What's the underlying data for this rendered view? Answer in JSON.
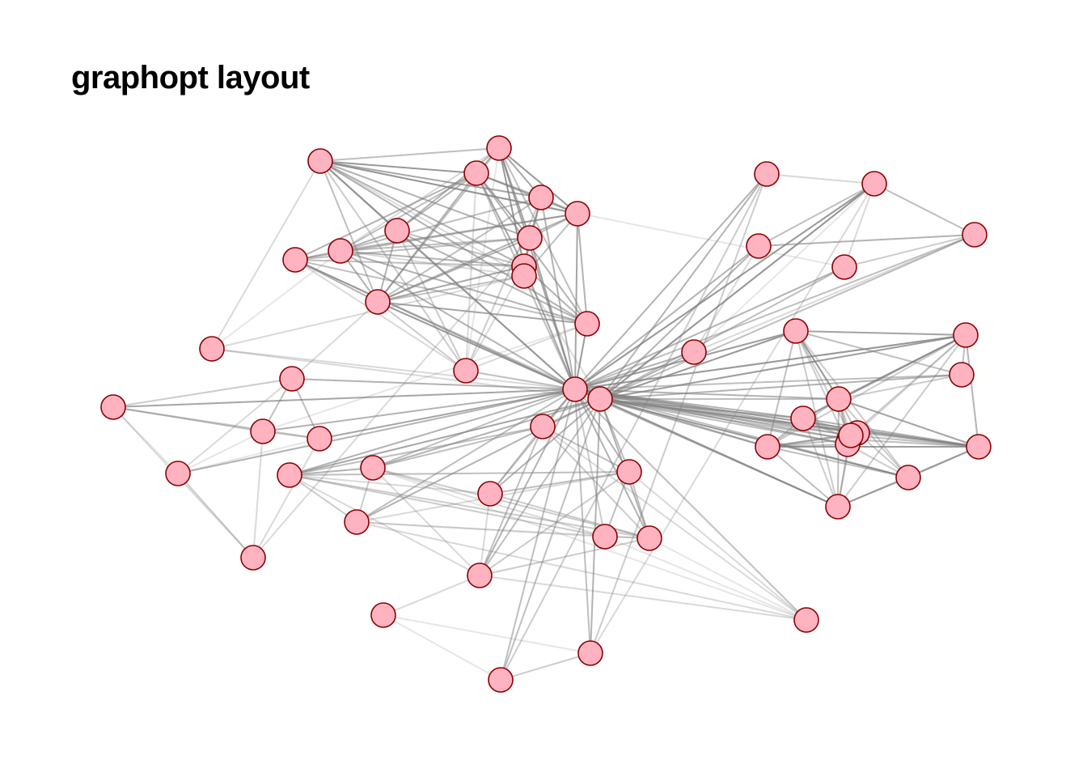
{
  "title": "graphopt layout",
  "style": {
    "node_fill": "#ffb3c1",
    "node_stroke": "#8b0000",
    "edge_color": "#808080"
  },
  "graph": {
    "nodes": [
      {
        "id": "n1"
      },
      {
        "id": "n2"
      },
      {
        "id": "n3"
      },
      {
        "id": "n4"
      },
      {
        "id": "n5"
      },
      {
        "id": "n6"
      },
      {
        "id": "n7"
      },
      {
        "id": "n8"
      },
      {
        "id": "n9"
      },
      {
        "id": "n10"
      },
      {
        "id": "n11"
      },
      {
        "id": "n12"
      },
      {
        "id": "n13"
      },
      {
        "id": "n14"
      },
      {
        "id": "n15"
      },
      {
        "id": "n16"
      },
      {
        "id": "n17"
      },
      {
        "id": "n18"
      },
      {
        "id": "n19"
      },
      {
        "id": "n20"
      },
      {
        "id": "n21"
      },
      {
        "id": "n22"
      },
      {
        "id": "n23"
      },
      {
        "id": "n24"
      },
      {
        "id": "n25"
      },
      {
        "id": "n26"
      },
      {
        "id": "n27"
      },
      {
        "id": "n28"
      },
      {
        "id": "n29"
      },
      {
        "id": "n30"
      },
      {
        "id": "n31"
      },
      {
        "id": "n32"
      },
      {
        "id": "n33"
      },
      {
        "id": "n34"
      },
      {
        "id": "n35"
      },
      {
        "id": "n36"
      },
      {
        "id": "n37"
      },
      {
        "id": "n38"
      },
      {
        "id": "n39"
      },
      {
        "id": "n40"
      },
      {
        "id": "n41"
      },
      {
        "id": "n42"
      },
      {
        "id": "n43"
      },
      {
        "id": "n44"
      },
      {
        "id": "n45"
      },
      {
        "id": "n46"
      },
      {
        "id": "n47"
      },
      {
        "id": "n48"
      },
      {
        "id": "n49"
      },
      {
        "id": "n50"
      },
      {
        "id": "n51"
      },
      {
        "id": "n52"
      },
      {
        "id": "n53"
      },
      {
        "id": "n54"
      },
      {
        "id": "n55"
      },
      {
        "id": "n56"
      },
      {
        "id": "n57"
      },
      {
        "id": "n58"
      },
      {
        "id": "n59"
      },
      {
        "id": "n60"
      },
      {
        "id": "n61"
      }
    ],
    "edges": [
      [
        "n1",
        "n2",
        0.5
      ],
      [
        "n1",
        "n3",
        0.8
      ],
      [
        "n1",
        "n4",
        0.7
      ],
      [
        "n1",
        "n5",
        0.8
      ],
      [
        "n1",
        "n6",
        0.6
      ],
      [
        "n1",
        "n7",
        0.7
      ],
      [
        "n1",
        "n10",
        0.6
      ],
      [
        "n1",
        "n11",
        0.3
      ],
      [
        "n1",
        "n12",
        0.5
      ],
      [
        "n1",
        "n13",
        0.6
      ],
      [
        "n1",
        "n16",
        0.6
      ],
      [
        "n1",
        "n14",
        0.4
      ],
      [
        "n1",
        "n15",
        0.3
      ],
      [
        "n1",
        "n41",
        0.2
      ],
      [
        "n2",
        "n3",
        0.6
      ],
      [
        "n2",
        "n4",
        0.7
      ],
      [
        "n2",
        "n5",
        0.8
      ],
      [
        "n2",
        "n6",
        0.7
      ],
      [
        "n2",
        "n7",
        0.6
      ],
      [
        "n2",
        "n10",
        0.8
      ],
      [
        "n2",
        "n16",
        0.7
      ],
      [
        "n2",
        "n8",
        0.3
      ],
      [
        "n2",
        "n12",
        0.5
      ],
      [
        "n2",
        "n13",
        0.5
      ],
      [
        "n2",
        "n14",
        0.2
      ],
      [
        "n3",
        "n4",
        0.6
      ],
      [
        "n3",
        "n5",
        0.7
      ],
      [
        "n3",
        "n6",
        0.7
      ],
      [
        "n3",
        "n7",
        0.6
      ],
      [
        "n3",
        "n8",
        0.5
      ],
      [
        "n3",
        "n9",
        0.6
      ],
      [
        "n3",
        "n10",
        0.7
      ],
      [
        "n3",
        "n12",
        0.6
      ],
      [
        "n3",
        "n13",
        0.6
      ],
      [
        "n3",
        "n16",
        0.5
      ],
      [
        "n3",
        "n14",
        0.3
      ],
      [
        "n4",
        "n5",
        0.6
      ],
      [
        "n4",
        "n6",
        0.6
      ],
      [
        "n4",
        "n8",
        0.5
      ],
      [
        "n4",
        "n10",
        0.7
      ],
      [
        "n4",
        "n12",
        0.5
      ],
      [
        "n4",
        "n16",
        0.6
      ],
      [
        "n4",
        "n14",
        0.4
      ],
      [
        "n5",
        "n6",
        0.5
      ],
      [
        "n5",
        "n8",
        0.6
      ],
      [
        "n5",
        "n9",
        0.5
      ],
      [
        "n5",
        "n11",
        0.5
      ],
      [
        "n5",
        "n12",
        0.6
      ],
      [
        "n5",
        "n13",
        0.6
      ],
      [
        "n5",
        "n16",
        0.7
      ],
      [
        "n6",
        "n8",
        0.5
      ],
      [
        "n6",
        "n9",
        0.5
      ],
      [
        "n6",
        "n10",
        0.6
      ],
      [
        "n6",
        "n12",
        0.6
      ],
      [
        "n6",
        "n16",
        0.7
      ],
      [
        "n6",
        "n23",
        0.3
      ],
      [
        "n7",
        "n8",
        0.6
      ],
      [
        "n7",
        "n10",
        0.5
      ],
      [
        "n7",
        "n12",
        0.6
      ],
      [
        "n7",
        "n13",
        0.6
      ],
      [
        "n7",
        "n16",
        0.6
      ],
      [
        "n7",
        "n14",
        0.4
      ],
      [
        "n8",
        "n9",
        0.6
      ],
      [
        "n8",
        "n10",
        0.6
      ],
      [
        "n8",
        "n11",
        0.3
      ],
      [
        "n8",
        "n12",
        0.6
      ],
      [
        "n8",
        "n13",
        0.6
      ],
      [
        "n8",
        "n16",
        0.6
      ],
      [
        "n8",
        "n15",
        0.2
      ],
      [
        "n9",
        "n10",
        0.5
      ],
      [
        "n9",
        "n12",
        0.6
      ],
      [
        "n9",
        "n13",
        0.5
      ],
      [
        "n9",
        "n16",
        0.7
      ],
      [
        "n9",
        "n17",
        0.4
      ],
      [
        "n9",
        "n14",
        0.3
      ],
      [
        "n10",
        "n12",
        0.7
      ],
      [
        "n10",
        "n13",
        0.6
      ],
      [
        "n10",
        "n16",
        0.7
      ],
      [
        "n10",
        "n11",
        0.5
      ],
      [
        "n10",
        "n14",
        0.3
      ],
      [
        "n11",
        "n17",
        0.3
      ],
      [
        "n11",
        "n12",
        0.5
      ],
      [
        "n11",
        "n15",
        0.3
      ],
      [
        "n12",
        "n13",
        0.7
      ],
      [
        "n12",
        "n16",
        0.8
      ],
      [
        "n12",
        "n14",
        0.4
      ],
      [
        "n12",
        "n19",
        0.3
      ],
      [
        "n13",
        "n16",
        0.8
      ],
      [
        "n13",
        "n14",
        0.3
      ],
      [
        "n13",
        "n20",
        0.2
      ],
      [
        "n14",
        "n16",
        0.5
      ],
      [
        "n15",
        "n17",
        0.3
      ],
      [
        "n15",
        "n16",
        0.3
      ],
      [
        "n16",
        "n17",
        0.8
      ],
      [
        "n16",
        "n18",
        0.7
      ],
      [
        "n16",
        "n19",
        0.6
      ],
      [
        "n16",
        "n20",
        0.6
      ],
      [
        "n16",
        "n21",
        0.7
      ],
      [
        "n16",
        "n22",
        0.6
      ],
      [
        "n16",
        "n24",
        0.6
      ],
      [
        "n16",
        "n25",
        0.5
      ],
      [
        "n16",
        "n26",
        0.5
      ],
      [
        "n16",
        "n27",
        0.6
      ],
      [
        "n16",
        "n28",
        0.5
      ],
      [
        "n16",
        "n29",
        0.6
      ],
      [
        "n16",
        "n30",
        0.4
      ],
      [
        "n16",
        "n31",
        0.6
      ],
      [
        "n16",
        "n32",
        0.5
      ],
      [
        "n16",
        "n33",
        0.6
      ],
      [
        "n16",
        "n35",
        0.5
      ],
      [
        "n16",
        "n36",
        0.5
      ],
      [
        "n16",
        "n37",
        0.6
      ],
      [
        "n16",
        "n38",
        0.6
      ],
      [
        "n16",
        "n39",
        0.5
      ],
      [
        "n16",
        "n40",
        0.6
      ],
      [
        "n16",
        "n41",
        0.6
      ],
      [
        "n16",
        "n42",
        0.5
      ],
      [
        "n16",
        "n43",
        0.6
      ],
      [
        "n16",
        "n44",
        0.5
      ],
      [
        "n16",
        "n45",
        0.6
      ],
      [
        "n16",
        "n46",
        0.5
      ],
      [
        "n16",
        "n47",
        0.6
      ],
      [
        "n16",
        "n48",
        0.6
      ],
      [
        "n16",
        "n49",
        0.6
      ],
      [
        "n16",
        "n50",
        0.5
      ],
      [
        "n16",
        "n51",
        0.6
      ],
      [
        "n16",
        "n52",
        0.5
      ],
      [
        "n16",
        "n53",
        0.5
      ],
      [
        "n16",
        "n54",
        0.5
      ],
      [
        "n16",
        "n55",
        0.6
      ],
      [
        "n16",
        "n56",
        0.5
      ],
      [
        "n16",
        "n57",
        0.5
      ],
      [
        "n16",
        "n58",
        0.5
      ],
      [
        "n16",
        "n59",
        0.5
      ],
      [
        "n17",
        "n24",
        0.7
      ],
      [
        "n17",
        "n25",
        0.6
      ],
      [
        "n17",
        "n26",
        0.6
      ],
      [
        "n17",
        "n27",
        0.5
      ],
      [
        "n17",
        "n28",
        0.6
      ],
      [
        "n17",
        "n29",
        0.5
      ],
      [
        "n17",
        "n31",
        0.6
      ],
      [
        "n17",
        "n33",
        0.5
      ],
      [
        "n17",
        "n35",
        0.6
      ],
      [
        "n17",
        "n36",
        0.5
      ],
      [
        "n17",
        "n37",
        0.6
      ],
      [
        "n17",
        "n38",
        0.6
      ],
      [
        "n17",
        "n39",
        0.5
      ],
      [
        "n17",
        "n40",
        0.6
      ],
      [
        "n17",
        "n41",
        0.5
      ],
      [
        "n17",
        "n42",
        0.6
      ],
      [
        "n17",
        "n43",
        0.6
      ],
      [
        "n17",
        "n44",
        0.6
      ],
      [
        "n17",
        "n45",
        0.5
      ],
      [
        "n17",
        "n46",
        0.6
      ],
      [
        "n17",
        "n47",
        0.5
      ],
      [
        "n17",
        "n48",
        0.6
      ],
      [
        "n17",
        "n49",
        0.5
      ],
      [
        "n17",
        "n50",
        0.5
      ],
      [
        "n17",
        "n51",
        0.5
      ],
      [
        "n17",
        "n52",
        0.6
      ],
      [
        "n17",
        "n53",
        0.6
      ],
      [
        "n17",
        "n54",
        0.6
      ],
      [
        "n17",
        "n55",
        0.6
      ],
      [
        "n17",
        "n56",
        0.5
      ],
      [
        "n17",
        "n57",
        0.5
      ],
      [
        "n17",
        "n58",
        0.5
      ],
      [
        "n17",
        "n59",
        0.4
      ],
      [
        "n17",
        "n60",
        0.5
      ],
      [
        "n17",
        "n61",
        0.5
      ],
      [
        "n18",
        "n19",
        0.4
      ],
      [
        "n18",
        "n20",
        0.5
      ],
      [
        "n18",
        "n21",
        0.4
      ],
      [
        "n18",
        "n22",
        0.2
      ],
      [
        "n18",
        "n23",
        0.3
      ],
      [
        "n19",
        "n20",
        0.5
      ],
      [
        "n19",
        "n21",
        0.5
      ],
      [
        "n19",
        "n22",
        0.3
      ],
      [
        "n20",
        "n21",
        0.4
      ],
      [
        "n20",
        "n23",
        0.3
      ],
      [
        "n21",
        "n22",
        0.2
      ],
      [
        "n21",
        "n23",
        0.3
      ],
      [
        "n22",
        "n23",
        0.4
      ],
      [
        "n20",
        "n22",
        0.2
      ],
      [
        "n24",
        "n25",
        0.6
      ],
      [
        "n24",
        "n26",
        0.4
      ],
      [
        "n24",
        "n27",
        0.5
      ],
      [
        "n24",
        "n28",
        0.3
      ],
      [
        "n24",
        "n29",
        0.5
      ],
      [
        "n24",
        "n30",
        0.4
      ],
      [
        "n24",
        "n31",
        0.4
      ],
      [
        "n24",
        "n33",
        0.3
      ],
      [
        "n25",
        "n26",
        0.4
      ],
      [
        "n25",
        "n27",
        0.5
      ],
      [
        "n25",
        "n30",
        0.3
      ],
      [
        "n25",
        "n31",
        0.4
      ],
      [
        "n25",
        "n32",
        0.2
      ],
      [
        "n25",
        "n33",
        0.3
      ],
      [
        "n26",
        "n29",
        0.3
      ],
      [
        "n26",
        "n30",
        0.3
      ],
      [
        "n26",
        "n32",
        0.3
      ],
      [
        "n26",
        "n31",
        0.2
      ],
      [
        "n27",
        "n28",
        0.4
      ],
      [
        "n27",
        "n29",
        0.5
      ],
      [
        "n27",
        "n31",
        0.4
      ],
      [
        "n27",
        "n32",
        0.3
      ],
      [
        "n27",
        "n33",
        0.5
      ],
      [
        "n28",
        "n29",
        0.5
      ],
      [
        "n28",
        "n31",
        0.4
      ],
      [
        "n28",
        "n33",
        0.3
      ],
      [
        "n29",
        "n30",
        0.5
      ],
      [
        "n29",
        "n31",
        0.5
      ],
      [
        "n29",
        "n32",
        0.3
      ],
      [
        "n29",
        "n33",
        0.4
      ],
      [
        "n30",
        "n31",
        0.4
      ],
      [
        "n30",
        "n32",
        0.2
      ],
      [
        "n31",
        "n32",
        0.2
      ],
      [
        "n31",
        "n33",
        0.4
      ],
      [
        "n32",
        "n33",
        0.3
      ],
      [
        "n33",
        "n34",
        0.3
      ],
      [
        "n34",
        "n35",
        0.2
      ],
      [
        "n34",
        "n36",
        0.2
      ],
      [
        "n35",
        "n36",
        0.4
      ],
      [
        "n35",
        "n37",
        0.4
      ],
      [
        "n36",
        "n37",
        0.4
      ],
      [
        "n35",
        "n38",
        0.3
      ],
      [
        "n37",
        "n38",
        0.3
      ],
      [
        "n39",
        "n40",
        0.6
      ],
      [
        "n39",
        "n41",
        0.4
      ],
      [
        "n39",
        "n42",
        0.5
      ],
      [
        "n40",
        "n42",
        0.5
      ],
      [
        "n40",
        "n43",
        0.3
      ],
      [
        "n41",
        "n42",
        0.3
      ],
      [
        "n39",
        "n43",
        0.3
      ],
      [
        "n42",
        "n43",
        0.2
      ],
      [
        "n44",
        "n45",
        0.6
      ],
      [
        "n44",
        "n46",
        0.5
      ],
      [
        "n44",
        "n47",
        0.6
      ],
      [
        "n45",
        "n46",
        0.5
      ],
      [
        "n45",
        "n48",
        0.4
      ],
      [
        "n45",
        "n47",
        0.5
      ],
      [
        "n46",
        "n47",
        0.4
      ],
      [
        "n47",
        "n48",
        0.5
      ],
      [
        "n47",
        "n49",
        0.5
      ],
      [
        "n47",
        "n50",
        0.5
      ],
      [
        "n47",
        "n51",
        0.4
      ],
      [
        "n47",
        "n52",
        0.4
      ],
      [
        "n47",
        "n53",
        0.5
      ],
      [
        "n47",
        "n54",
        0.4
      ],
      [
        "n47",
        "n55",
        0.5
      ],
      [
        "n47",
        "n56",
        0.4
      ],
      [
        "n47",
        "n57",
        0.5
      ],
      [
        "n47",
        "n58",
        0.5
      ],
      [
        "n47",
        "n59",
        0.4
      ],
      [
        "n48",
        "n49",
        0.5
      ],
      [
        "n48",
        "n50",
        0.5
      ],
      [
        "n48",
        "n52",
        0.5
      ],
      [
        "n48",
        "n53",
        0.6
      ],
      [
        "n48",
        "n55",
        0.4
      ],
      [
        "n48",
        "n56",
        0.4
      ],
      [
        "n48",
        "n58",
        0.4
      ],
      [
        "n49",
        "n50",
        0.5
      ],
      [
        "n49",
        "n51",
        0.4
      ],
      [
        "n49",
        "n52",
        0.6
      ],
      [
        "n49",
        "n54",
        0.4
      ],
      [
        "n49",
        "n56",
        0.5
      ],
      [
        "n49",
        "n59",
        0.3
      ],
      [
        "n50",
        "n52",
        0.5
      ],
      [
        "n50",
        "n53",
        0.5
      ],
      [
        "n50",
        "n55",
        0.4
      ],
      [
        "n50",
        "n58",
        0.3
      ],
      [
        "n51",
        "n52",
        0.5
      ],
      [
        "n51",
        "n54",
        0.4
      ],
      [
        "n51",
        "n56",
        0.3
      ],
      [
        "n51",
        "n57",
        0.4
      ],
      [
        "n52",
        "n53",
        0.6
      ],
      [
        "n52",
        "n54",
        0.5
      ],
      [
        "n52",
        "n55",
        0.5
      ],
      [
        "n52",
        "n56",
        0.5
      ],
      [
        "n52",
        "n57",
        0.5
      ],
      [
        "n52",
        "n58",
        0.4
      ],
      [
        "n52",
        "n59",
        0.4
      ],
      [
        "n53",
        "n54",
        0.5
      ],
      [
        "n53",
        "n55",
        0.5
      ],
      [
        "n53",
        "n56",
        0.5
      ],
      [
        "n53",
        "n58",
        0.4
      ],
      [
        "n54",
        "n55",
        0.5
      ],
      [
        "n54",
        "n57",
        0.4
      ],
      [
        "n55",
        "n56",
        0.5
      ],
      [
        "n55",
        "n57",
        0.4
      ],
      [
        "n55",
        "n58",
        0.4
      ],
      [
        "n56",
        "n57",
        0.4
      ],
      [
        "n56",
        "n58",
        0.4
      ],
      [
        "n57",
        "n58",
        0.3
      ],
      [
        "n58",
        "n59",
        0.3
      ],
      [
        "n59",
        "n60",
        0.2
      ],
      [
        "n60",
        "n61",
        0.2
      ],
      [
        "n59",
        "n61",
        0.1
      ]
    ]
  }
}
